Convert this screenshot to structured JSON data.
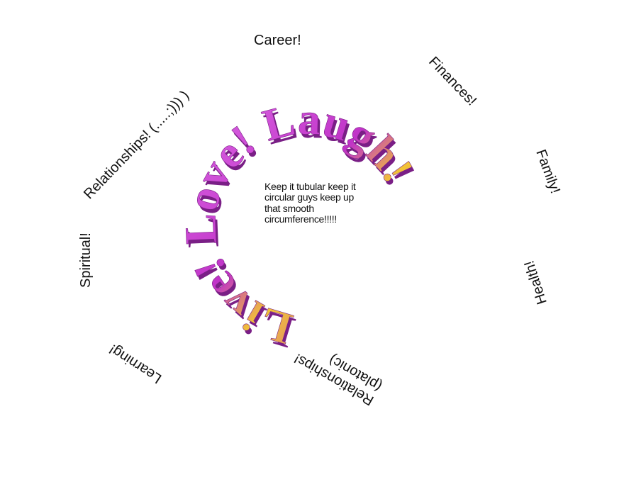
{
  "canvas": {
    "background": "#ffffff",
    "text_color": "#111111"
  },
  "ring": {
    "text": "Live! Love! Laugh!",
    "colors": {
      "primary": "#c033c7",
      "highlight": "#f2c335",
      "shadow": "#7a1f86",
      "light": "#e070ea"
    }
  },
  "center_note": {
    "text": "Keep it tubular keep it circular guys keep up that smooth circumference!!!!!"
  },
  "labels": {
    "career": "Career!",
    "finances": "Finances!",
    "family": "Family!",
    "health": "Health!",
    "relationships_platonic": "Relationships! (platonic)",
    "learning": "Learning!",
    "spiritual": "Spiritual!",
    "relationships_romantic": "Relationships! (.....;))) )"
  }
}
